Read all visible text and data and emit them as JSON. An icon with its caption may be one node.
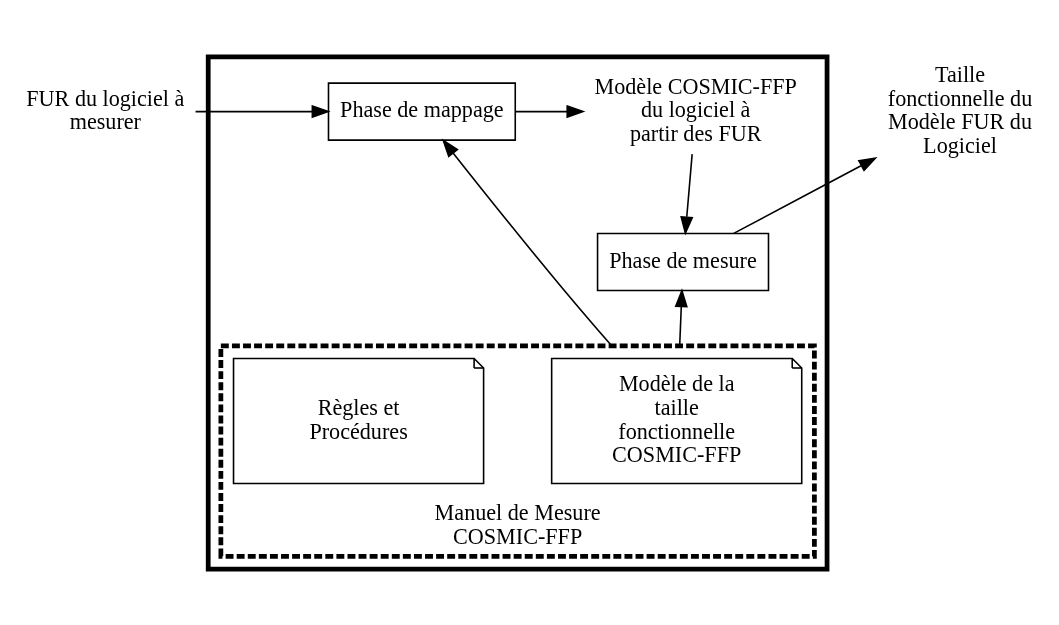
{
  "diagram": {
    "nodes": [
      {
        "text": [],
        "shape": "box"
      },
      {
        "text": [
          "FUR du logiciel à mesurer"
        ]
      },
      {
        "text": [
          "Phase de mappage"
        ],
        "in": 0
      },
      {
        "text": [
          "Modèle COSMIC-FFP du logiciel à partir des FUR"
        ],
        "in": 0
      },
      {
        "text": [
          "Phase de mesure"
        ],
        "in": 0
      },
      {
        "text": [
          "Taille fonctionnelle du Modèle FUR du Logiciel"
        ]
      },
      {
        "text": [
          "Manuel de Mesure COSMIC-FFP"
        ],
        "in": 0
      },
      {
        "text": [
          "Modèle de la taille fonctionnelle COSMIC-FFP"
        ],
        "in": 6
      },
      {
        "text": [
          "Règles et Procédures"
        ],
        "in": 6
      }
    ],
    "edges": [
      {
        "from": 1,
        "to": 2,
        "arrow": "to"
      },
      {
        "from": 2,
        "to": 3,
        "arrow": "to"
      },
      {
        "from": 3,
        "to": 4,
        "arrow": "to"
      },
      {
        "from": 4,
        "to": 5,
        "arrow": "to"
      },
      {
        "from": 6,
        "to": 2,
        "arrow": "to"
      },
      {
        "from": 6,
        "to": 4,
        "arrow": "to"
      }
    ]
  }
}
